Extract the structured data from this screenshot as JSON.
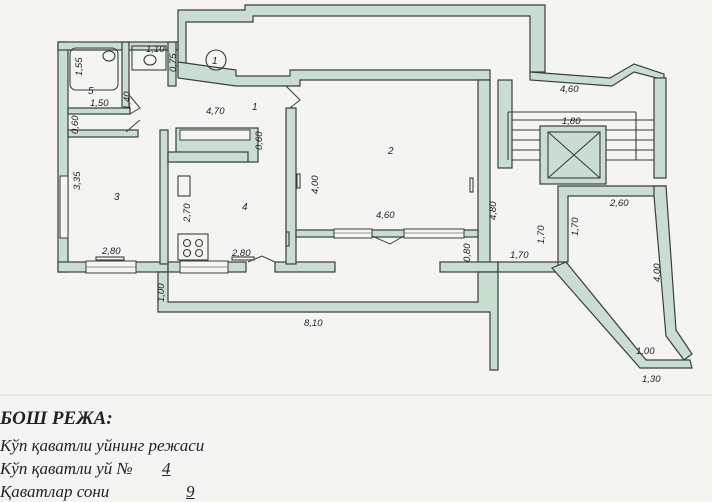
{
  "rooms": [
    "1",
    "2",
    "3",
    "4",
    "5"
  ],
  "marker": "1",
  "dimensions": {
    "d_1_55": "1,55",
    "d_1_10": "1,10",
    "d_0_75": "0,75",
    "d_1_50": "1,50",
    "d_1_40": "1,40",
    "d_4_70": "4,70",
    "d_0_60a": "0,60",
    "d_0_60b": "0,60",
    "d_3_35": "3,35",
    "d_2_80a": "2,80",
    "d_2_70": "2,70",
    "d_2_80b": "2,80",
    "d_4_00a": "4,00",
    "d_4_60a": "4,60",
    "d_4_60b": "4,60",
    "d_4_80": "4,80",
    "d_0_80": "0,80",
    "d_1_80": "1,80",
    "d_1_70a": "1,70",
    "d_1_70b": "1,70",
    "d_1_70c": "1,70",
    "d_2_60": "2,60",
    "d_4_00b": "4,00",
    "d_1_00a": "1,00",
    "d_8_10": "8,10",
    "d_1_00b": "1,00",
    "d_1_30": "1,30"
  },
  "legend": {
    "title": "БОШ РЕЖА:",
    "line1": "Кўп қаватли уйнинг режаси",
    "line2": "Кўп қаватли уй №",
    "house_no": "4",
    "line3": "Қаватлар сони",
    "floors": "9"
  }
}
